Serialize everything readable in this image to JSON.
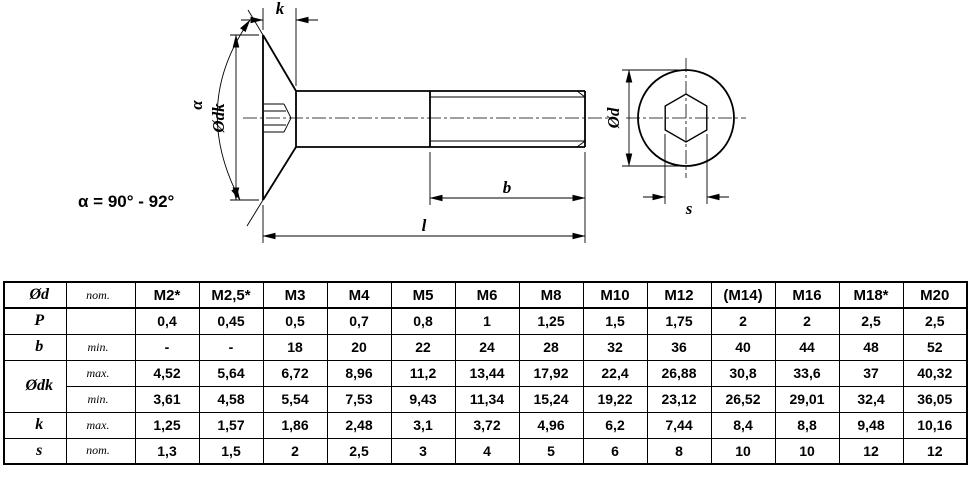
{
  "drawing": {
    "alpha_note": "α = 90° - 92°",
    "labels": {
      "k": "k",
      "alpha": "α",
      "dk": "Ødk",
      "d": "Ød",
      "b": "b",
      "l": "l",
      "s": "s"
    }
  },
  "table": {
    "rows": [
      {
        "symbol": "Ød",
        "qualifier": "nom.",
        "header": true,
        "values": [
          "M2*",
          "M2,5*",
          "M3",
          "M4",
          "M5",
          "M6",
          "M8",
          "M10",
          "M12",
          "(M14)",
          "M16",
          "M18*",
          "M20"
        ]
      },
      {
        "symbol": "P",
        "qualifier": "",
        "values": [
          "0,4",
          "0,45",
          "0,5",
          "0,7",
          "0,8",
          "1",
          "1,25",
          "1,5",
          "1,75",
          "2",
          "2",
          "2,5",
          "2,5"
        ]
      },
      {
        "symbol": "b",
        "qualifier": "min.",
        "values": [
          "-",
          "-",
          "18",
          "20",
          "22",
          "24",
          "28",
          "32",
          "36",
          "40",
          "44",
          "48",
          "52"
        ]
      },
      {
        "symbol": "Ødk",
        "qualifier": "max.",
        "rowspan": 2,
        "values": [
          "4,52",
          "5,64",
          "6,72",
          "8,96",
          "11,2",
          "13,44",
          "17,92",
          "22,4",
          "26,88",
          "30,8",
          "33,6",
          "37",
          "40,32"
        ]
      },
      {
        "symbol": null,
        "qualifier": "min.",
        "values": [
          "3,61",
          "4,58",
          "5,54",
          "7,53",
          "9,43",
          "11,34",
          "15,24",
          "19,22",
          "23,12",
          "26,52",
          "29,01",
          "32,4",
          "36,05"
        ]
      },
      {
        "symbol": "k",
        "qualifier": "max.",
        "values": [
          "1,25",
          "1,57",
          "1,86",
          "2,48",
          "3,1",
          "3,72",
          "4,96",
          "6,2",
          "7,44",
          "8,4",
          "8,8",
          "9,48",
          "10,16"
        ]
      },
      {
        "symbol": "s",
        "qualifier": "nom.",
        "values": [
          "1,3",
          "1,5",
          "2",
          "2,5",
          "3",
          "4",
          "5",
          "6",
          "8",
          "10",
          "10",
          "12",
          "12"
        ]
      }
    ]
  }
}
